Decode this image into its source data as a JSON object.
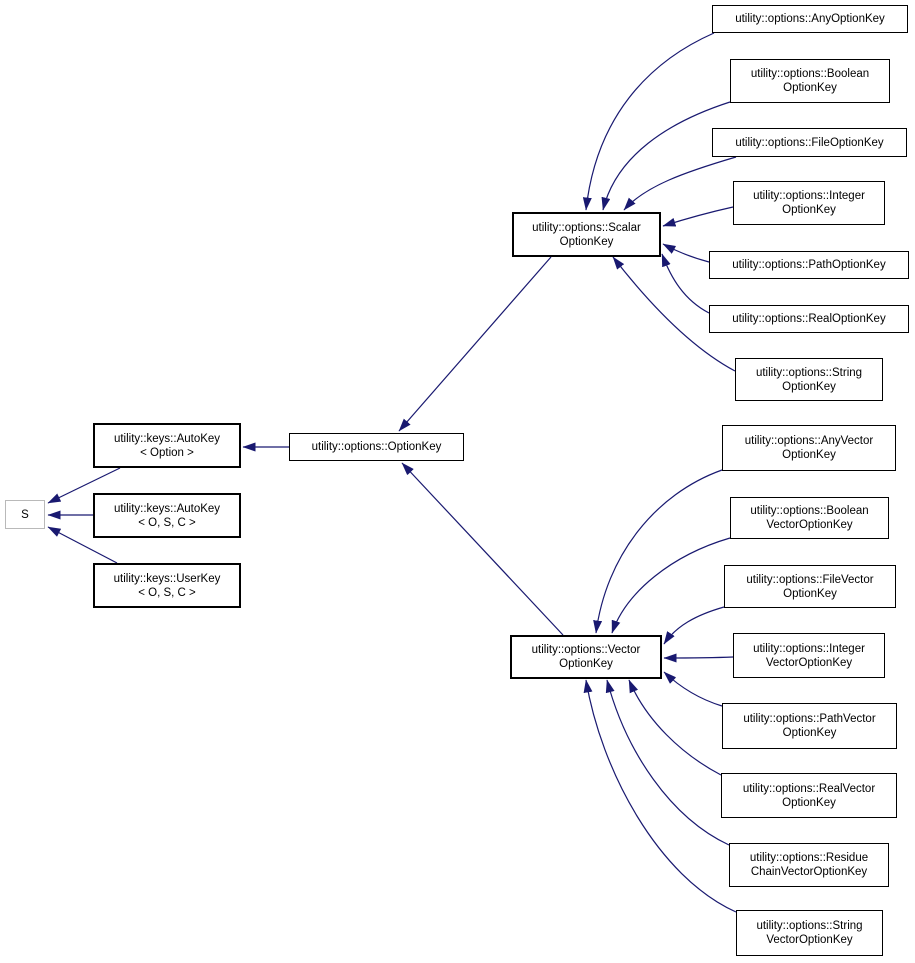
{
  "diagram": {
    "type": "class-inheritance-graph",
    "background_color": "#ffffff",
    "edge_color": "#191970",
    "node_border_color": "#000000",
    "unlinked_node_border_color": "#b9b9b9",
    "text_color": "#000000",
    "nodes": [
      {
        "id": "s",
        "lines": [
          "S",
          ""
        ]
      },
      {
        "id": "autokey-option",
        "lines": [
          "utility::keys::AutoKey",
          "< Option >"
        ]
      },
      {
        "id": "autokey-osc",
        "lines": [
          "utility::keys::AutoKey",
          "< O, S, C >"
        ]
      },
      {
        "id": "userkey-osc",
        "lines": [
          "utility::keys::UserKey",
          "< O, S, C >"
        ]
      },
      {
        "id": "optionkey",
        "lines": [
          "utility::options::OptionKey",
          ""
        ]
      },
      {
        "id": "scalar-optionkey",
        "lines": [
          "utility::options::Scalar",
          "OptionKey"
        ]
      },
      {
        "id": "vector-optionkey",
        "lines": [
          "utility::options::Vector",
          "OptionKey"
        ]
      },
      {
        "id": "any-optionkey",
        "lines": [
          "utility::options::AnyOptionKey",
          ""
        ]
      },
      {
        "id": "boolean-optionkey",
        "lines": [
          "utility::options::Boolean",
          "OptionKey"
        ]
      },
      {
        "id": "file-optionkey",
        "lines": [
          "utility::options::FileOptionKey",
          ""
        ]
      },
      {
        "id": "integer-optionkey",
        "lines": [
          "utility::options::Integer",
          "OptionKey"
        ]
      },
      {
        "id": "path-optionkey",
        "lines": [
          "utility::options::PathOptionKey",
          ""
        ]
      },
      {
        "id": "real-optionkey",
        "lines": [
          "utility::options::RealOptionKey",
          ""
        ]
      },
      {
        "id": "string-optionkey",
        "lines": [
          "utility::options::String",
          "OptionKey"
        ]
      },
      {
        "id": "anyvector-optionkey",
        "lines": [
          "utility::options::AnyVector",
          "OptionKey"
        ]
      },
      {
        "id": "booleanvector-optionkey",
        "lines": [
          "utility::options::Boolean",
          "VectorOptionKey"
        ]
      },
      {
        "id": "filevector-optionkey",
        "lines": [
          "utility::options::FileVector",
          "OptionKey"
        ]
      },
      {
        "id": "integervector-optionkey",
        "lines": [
          "utility::options::Integer",
          "VectorOptionKey"
        ]
      },
      {
        "id": "pathvector-optionkey",
        "lines": [
          "utility::options::PathVector",
          "OptionKey"
        ]
      },
      {
        "id": "realvector-optionkey",
        "lines": [
          "utility::options::RealVector",
          "OptionKey"
        ]
      },
      {
        "id": "residuechainvector-optionkey",
        "lines": [
          "utility::options::Residue",
          "ChainVectorOptionKey"
        ]
      },
      {
        "id": "stringvector-optionkey",
        "lines": [
          "utility::options::String",
          "VectorOptionKey"
        ]
      }
    ],
    "edges": [
      {
        "from": "optionkey",
        "to": "autokey-option"
      },
      {
        "from": "autokey-option",
        "to": "s"
      },
      {
        "from": "autokey-osc",
        "to": "s"
      },
      {
        "from": "userkey-osc",
        "to": "s"
      },
      {
        "from": "scalar-optionkey",
        "to": "optionkey"
      },
      {
        "from": "vector-optionkey",
        "to": "optionkey"
      },
      {
        "from": "any-optionkey",
        "to": "scalar-optionkey"
      },
      {
        "from": "boolean-optionkey",
        "to": "scalar-optionkey"
      },
      {
        "from": "file-optionkey",
        "to": "scalar-optionkey"
      },
      {
        "from": "integer-optionkey",
        "to": "scalar-optionkey"
      },
      {
        "from": "path-optionkey",
        "to": "scalar-optionkey"
      },
      {
        "from": "real-optionkey",
        "to": "scalar-optionkey"
      },
      {
        "from": "string-optionkey",
        "to": "scalar-optionkey"
      },
      {
        "from": "anyvector-optionkey",
        "to": "vector-optionkey"
      },
      {
        "from": "booleanvector-optionkey",
        "to": "vector-optionkey"
      },
      {
        "from": "filevector-optionkey",
        "to": "vector-optionkey"
      },
      {
        "from": "integervector-optionkey",
        "to": "vector-optionkey"
      },
      {
        "from": "pathvector-optionkey",
        "to": "vector-optionkey"
      },
      {
        "from": "realvector-optionkey",
        "to": "vector-optionkey"
      },
      {
        "from": "residuechainvector-optionkey",
        "to": "vector-optionkey"
      },
      {
        "from": "stringvector-optionkey",
        "to": "vector-optionkey"
      }
    ]
  }
}
